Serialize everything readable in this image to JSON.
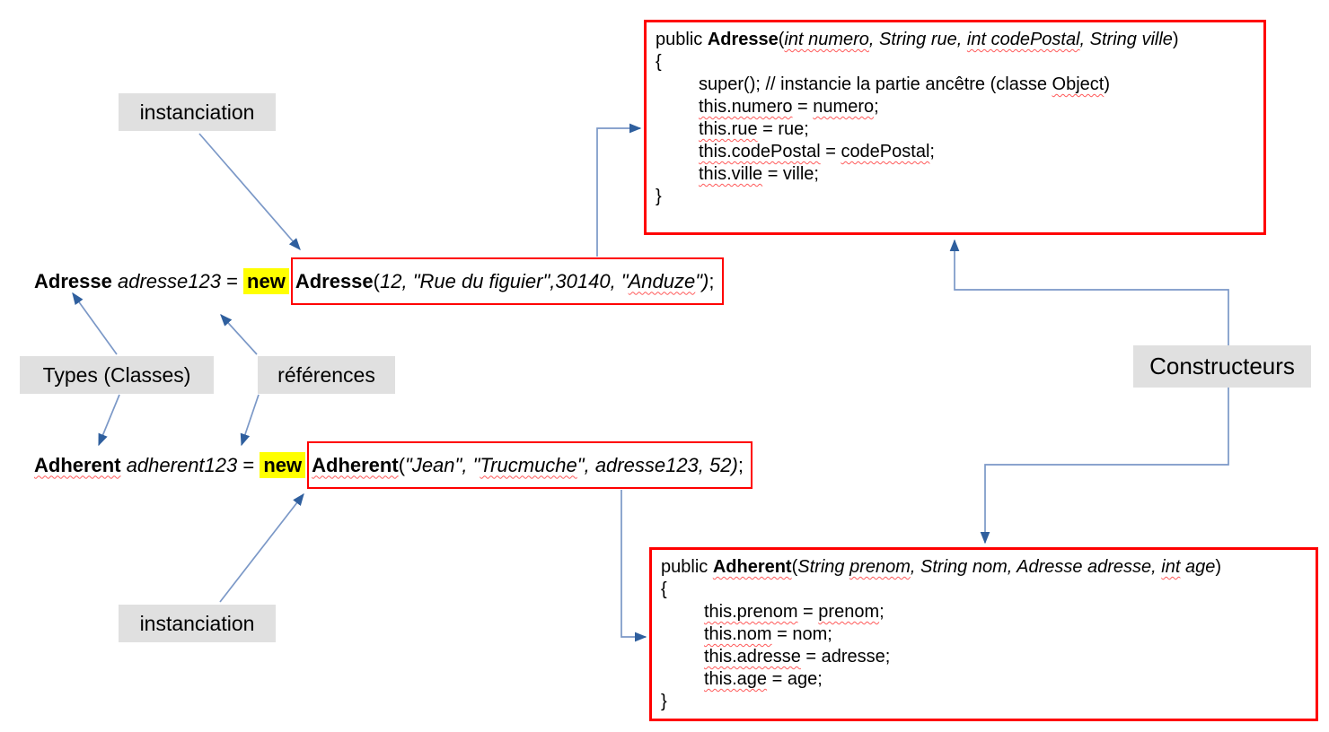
{
  "colors": {
    "box_border": "#ff0000",
    "highlight": "#ffff00",
    "label_bg": "#e0e0e0",
    "arrow_line": "#7b98c7",
    "arrow_head": "#2f5f9e",
    "squiggle": "#ff5a5a"
  },
  "labels": {
    "instanciation_top": "instanciation",
    "types_classes": "Types (Classes)",
    "references": "références",
    "constructeurs": "Constructeurs",
    "instanciation_bottom": "instanciation"
  },
  "statement_adresse": {
    "before_box": [
      {
        "t": "Adresse",
        "c": "b"
      },
      {
        "t": " "
      },
      {
        "t": "adresse123",
        "c": "i"
      },
      {
        "t": " = "
      },
      {
        "t": "new",
        "c": "hl"
      }
    ],
    "in_box": [
      {
        "t": "Adresse",
        "c": "b"
      },
      {
        "t": "("
      },
      {
        "t": "12, \"Rue du figuier\",30140, \"",
        "c": "i"
      },
      {
        "t": "Anduze",
        "c": "i sq"
      },
      {
        "t": "\")",
        "c": "i"
      },
      {
        "t": ";"
      }
    ]
  },
  "statement_adherent": {
    "before_box": [
      {
        "t": "Adherent",
        "c": "b sq"
      },
      {
        "t": " "
      },
      {
        "t": "adherent123",
        "c": "i"
      },
      {
        "t": " = "
      },
      {
        "t": "new",
        "c": "hl"
      }
    ],
    "in_box": [
      {
        "t": "Adherent",
        "c": "b sq"
      },
      {
        "t": "("
      },
      {
        "t": "\"Jean\", \"",
        "c": "i"
      },
      {
        "t": "Trucmuche",
        "c": "i sq"
      },
      {
        "t": "\", adresse123, 52)",
        "c": "i"
      },
      {
        "t": ";"
      }
    ]
  },
  "constructor_adresse": {
    "lines": [
      {
        "ind": false,
        "segs": [
          {
            "t": "public "
          },
          {
            "t": "Adresse",
            "c": "b"
          },
          {
            "t": "("
          },
          {
            "t": "int numero",
            "c": "i sq"
          },
          {
            "t": ", ",
            "c": "i"
          },
          {
            "t": "String rue",
            "c": "i"
          },
          {
            "t": ", ",
            "c": "i"
          },
          {
            "t": "int codePostal",
            "c": "i sq"
          },
          {
            "t": ", ",
            "c": "i"
          },
          {
            "t": "String ville",
            "c": "i"
          },
          {
            "t": ")"
          }
        ]
      },
      {
        "ind": false,
        "segs": [
          {
            "t": "{"
          }
        ]
      },
      {
        "ind": true,
        "segs": [
          {
            "t": "super(); // instancie la partie ancêtre (classe "
          },
          {
            "t": "Object",
            "c": "sq"
          },
          {
            "t": ")"
          }
        ]
      },
      {
        "ind": true,
        "segs": [
          {
            "t": "this.numero",
            "c": "sq"
          },
          {
            "t": " = "
          },
          {
            "t": "numero",
            "c": "sq"
          },
          {
            "t": ";"
          }
        ]
      },
      {
        "ind": true,
        "segs": [
          {
            "t": "this.rue",
            "c": "sq"
          },
          {
            "t": " = rue;"
          }
        ]
      },
      {
        "ind": true,
        "segs": [
          {
            "t": "this.codePostal",
            "c": "sq"
          },
          {
            "t": " = "
          },
          {
            "t": "codePostal",
            "c": "sq"
          },
          {
            "t": ";"
          }
        ]
      },
      {
        "ind": true,
        "segs": [
          {
            "t": "this.ville",
            "c": "sq"
          },
          {
            "t": " = ville;"
          }
        ]
      },
      {
        "ind": false,
        "segs": [
          {
            "t": "}"
          }
        ]
      }
    ]
  },
  "constructor_adherent": {
    "lines": [
      {
        "ind": false,
        "segs": [
          {
            "t": "public "
          },
          {
            "t": "Adherent",
            "c": "b sq"
          },
          {
            "t": "("
          },
          {
            "t": "String ",
            "c": "i"
          },
          {
            "t": "prenom",
            "c": "i sq"
          },
          {
            "t": ", String nom, Adresse adresse, ",
            "c": "i"
          },
          {
            "t": "int",
            "c": "i sq"
          },
          {
            "t": " age",
            "c": "i"
          },
          {
            "t": ")"
          }
        ]
      },
      {
        "ind": false,
        "segs": [
          {
            "t": "{"
          }
        ]
      },
      {
        "ind": true,
        "segs": [
          {
            "t": "this.prenom",
            "c": "sq"
          },
          {
            "t": " = "
          },
          {
            "t": "prenom",
            "c": "sq"
          },
          {
            "t": ";"
          }
        ]
      },
      {
        "ind": true,
        "segs": [
          {
            "t": "this.nom",
            "c": "sq"
          },
          {
            "t": " = nom;"
          }
        ]
      },
      {
        "ind": true,
        "segs": [
          {
            "t": "this.adresse",
            "c": "sq"
          },
          {
            "t": " = adresse;"
          }
        ]
      },
      {
        "ind": true,
        "segs": [
          {
            "t": "this.age",
            "c": "sq"
          },
          {
            "t": " = age;"
          }
        ]
      },
      {
        "ind": false,
        "segs": [
          {
            "t": "}"
          }
        ]
      }
    ]
  }
}
